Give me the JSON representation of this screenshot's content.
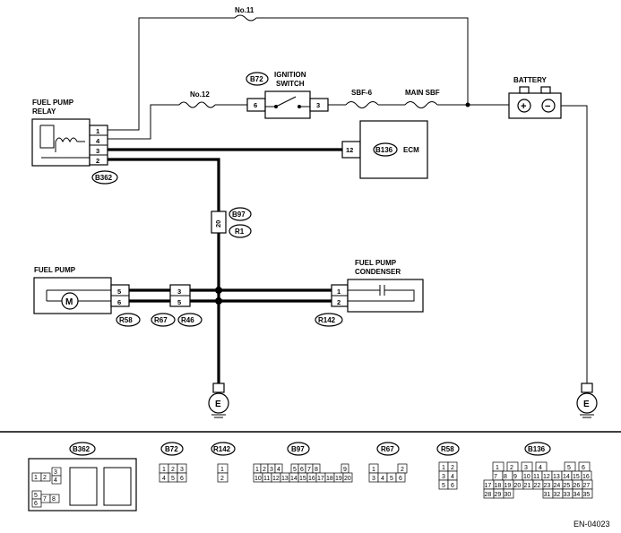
{
  "labels": {
    "fuse_no11": "No.11",
    "fuse_no12": "No.12",
    "ignition_switch": [
      "IGNITION",
      "SWITCH"
    ],
    "sbf6": "SBF-6",
    "main_sbf": "MAIN SBF",
    "battery": "BATTERY",
    "battery_plus": "+",
    "battery_minus": "−",
    "fuel_pump_relay": [
      "FUEL PUMP",
      "RELAY"
    ],
    "ecm": "ECM",
    "fuel_pump": "FUEL PUMP",
    "fuel_pump_condenser": [
      "FUEL PUMP",
      "CONDENSER"
    ],
    "motor": "M",
    "ground": "E",
    "figure_id": "EN-04023"
  },
  "connector_ids": {
    "b72": "B72",
    "b362": "B362",
    "b136": "B136",
    "b97": "B97",
    "r1": "R1",
    "r58": "R58",
    "r67": "R67",
    "r46": "R46",
    "r142": "R142"
  },
  "pins": {
    "ign_in": "6",
    "ign_out": "3",
    "relay": [
      "1",
      "4",
      "3",
      "2"
    ],
    "ecm": "12",
    "b97": "20",
    "pump": [
      "5",
      "6"
    ],
    "mid": [
      "3",
      "5"
    ],
    "cond": [
      "1",
      "2"
    ]
  },
  "legend": {
    "titles": [
      "B362",
      "B72",
      "R142",
      "B97",
      "R67",
      "R58",
      "B136"
    ],
    "b362": [
      "1",
      "2",
      "3",
      "4",
      "5",
      "6",
      "7",
      "8"
    ],
    "b72": [
      "1",
      "2",
      "3",
      "4",
      "5",
      "6"
    ],
    "r142": [
      "1",
      "2"
    ],
    "b97_top": [
      "1",
      "2",
      "3",
      "4",
      "5",
      "6",
      "7",
      "8",
      "9"
    ],
    "b97_bottom": [
      "10",
      "11",
      "12",
      "13",
      "14",
      "15",
      "16",
      "17",
      "18",
      "19",
      "20"
    ],
    "r67": [
      "1",
      "2",
      "3",
      "4",
      "5",
      "6"
    ],
    "r58": [
      "1",
      "2",
      "3",
      "4",
      "5",
      "6"
    ],
    "b136_r1": [
      "1",
      "2",
      "3",
      "4",
      "5",
      "6"
    ],
    "b136_r2": [
      "7",
      "8",
      "9",
      "10",
      "11",
      "12",
      "13",
      "14",
      "15",
      "16"
    ],
    "b136_r3": [
      "17",
      "18",
      "19",
      "20",
      "21",
      "22",
      "23",
      "24",
      "25",
      "26",
      "27"
    ],
    "b136_r4": [
      "28",
      "29",
      "30",
      "31",
      "32",
      "33",
      "34",
      "35"
    ]
  }
}
